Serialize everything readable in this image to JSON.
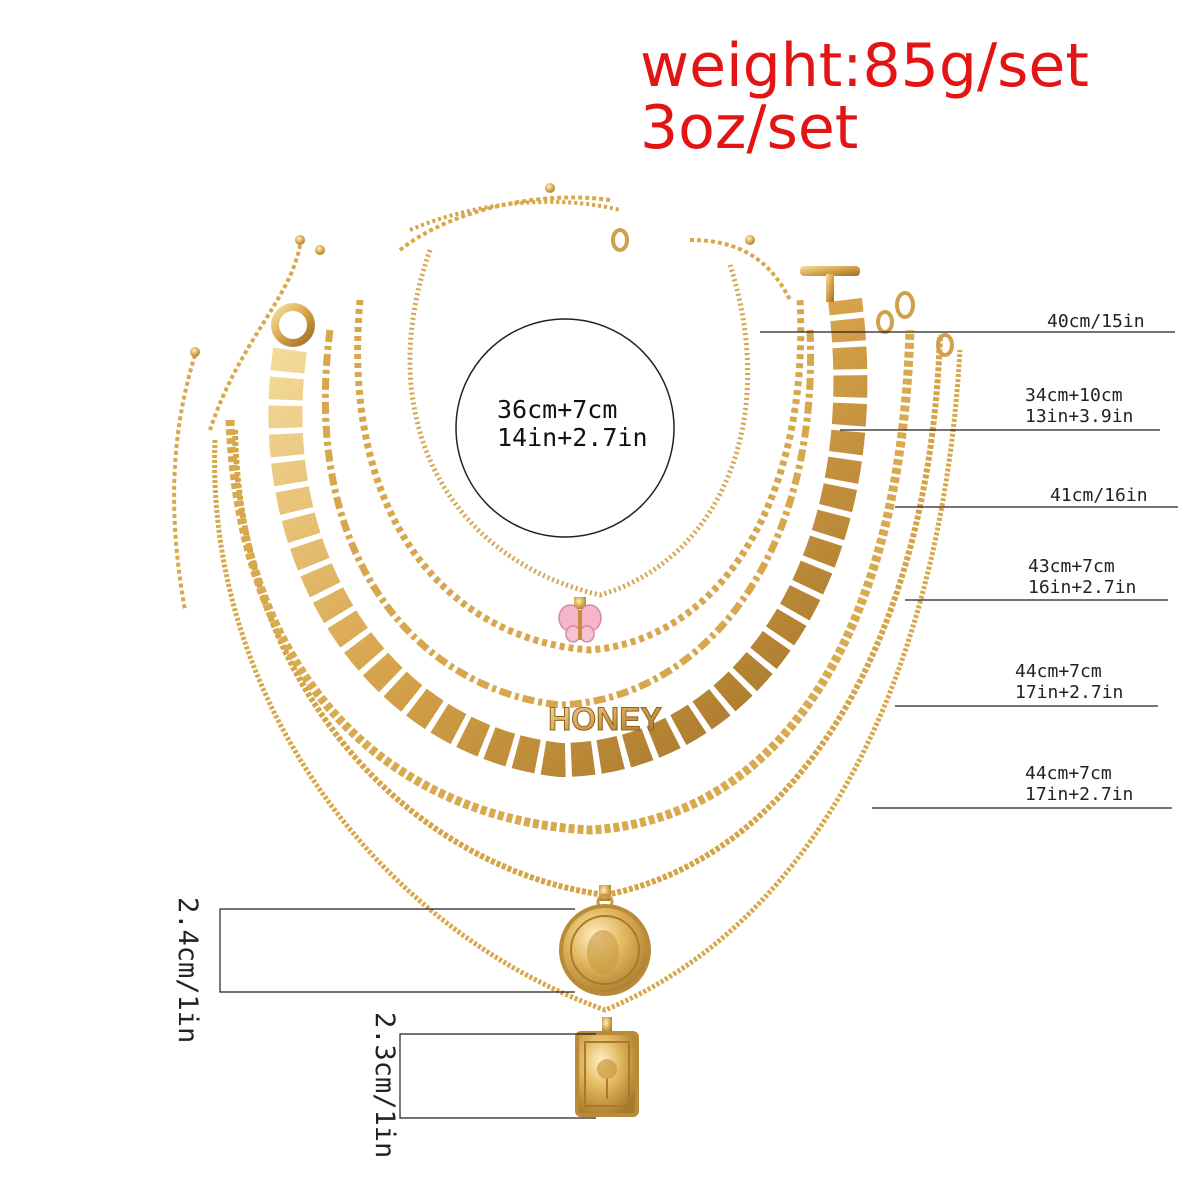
{
  "spec": {
    "weight_metric": "weight:85g/set",
    "weight_imperial": "3oz/set",
    "accent_color": "#e31414",
    "chain_color": "#d9a94d"
  },
  "lengths": [
    {
      "line1": "40cm/15in",
      "line2": ""
    },
    {
      "line1": "34cm+10cm",
      "line2": "13in+3.9in"
    },
    {
      "line1": "41cm/16in",
      "line2": ""
    },
    {
      "line1": "43cm+7cm",
      "line2": "16in+2.7in"
    },
    {
      "line1": "44cm+7cm",
      "line2": "17in+2.7in"
    },
    {
      "line1": "44cm+7cm",
      "line2": "17in+2.7in"
    }
  ],
  "callout": {
    "line1": "36cm+7cm",
    "line2": "14in+2.7in"
  },
  "pendants": {
    "coin_size": "2.4cm/1in",
    "rect_size": "2.3cm/1in",
    "honey_text": "HONEY"
  }
}
